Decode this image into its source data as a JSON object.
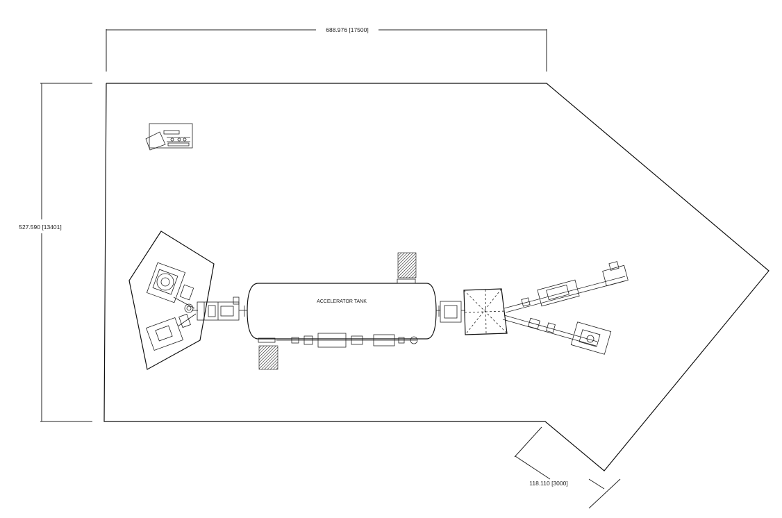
{
  "dimensions": {
    "width_label": "688.976 [17500]",
    "height_label": "527.590 [13401]",
    "offset_label": "118.110 [3000]"
  },
  "labels": {
    "tank": "ACCELERATOR TANK"
  }
}
